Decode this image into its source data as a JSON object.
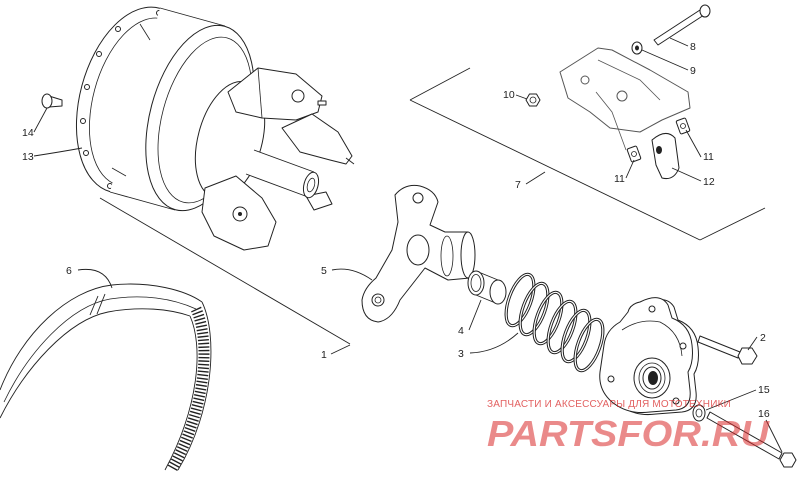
{
  "callouts": [
    {
      "label": "1"
    },
    {
      "label": "2"
    },
    {
      "label": "3"
    },
    {
      "label": "4"
    },
    {
      "label": "5"
    },
    {
      "label": "6"
    },
    {
      "label": "7"
    },
    {
      "label": "8"
    },
    {
      "label": "9"
    },
    {
      "label": "10"
    },
    {
      "label": "11"
    },
    {
      "label": "11"
    },
    {
      "label": "12"
    },
    {
      "label": "13"
    },
    {
      "label": "14"
    },
    {
      "label": "15"
    },
    {
      "label": "16"
    }
  ],
  "watermark": {
    "caption": "ЗАПЧАСТИ И АКСЕССУАРЫ ДЛЯ МОТОТЕХНИКИ",
    "logo": "PARTSFOR.RU"
  },
  "colors": {
    "line": "#222222",
    "watermark": "#d92b2b",
    "background": "#ffffff"
  }
}
